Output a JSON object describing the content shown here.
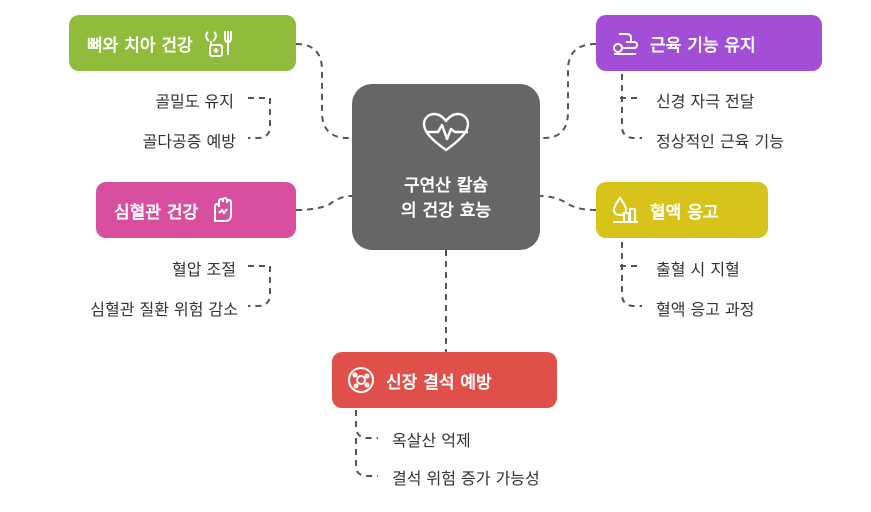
{
  "center": {
    "title_line1": "구연산 칼슘",
    "title_line2": "의 건강 효능",
    "icon": "heartbeat-icon"
  },
  "branches": {
    "bone": {
      "title": "뼈와 치아 건강",
      "color": "#8fbc3a",
      "icon": "dental-health-icon",
      "items": [
        "골밀도 유지",
        "골다공증 예방"
      ]
    },
    "heart": {
      "title": "심혈관 건강",
      "color": "#d94f9f",
      "icon": "hand-heart-icon",
      "items": [
        "혈압 조절",
        "심혈관 질환 위험 감소"
      ]
    },
    "muscle": {
      "title": "근육 기능 유지",
      "color": "#a24ed6",
      "icon": "exercise-icon",
      "items": [
        "신경 자극 전달",
        "정상적인 근육 기능"
      ]
    },
    "blood": {
      "title": "혈액 응고",
      "color": "#d8c31a",
      "icon": "blood-drop-icon",
      "items": [
        "출혈 시 지혈",
        "혈액 응고 과정"
      ]
    },
    "kidney": {
      "title": "신장 결석 예방",
      "color": "#e0504a",
      "icon": "kidney-stone-icon",
      "items": [
        "옥살산 억제",
        "결석 위험 증가 가능성"
      ]
    }
  }
}
